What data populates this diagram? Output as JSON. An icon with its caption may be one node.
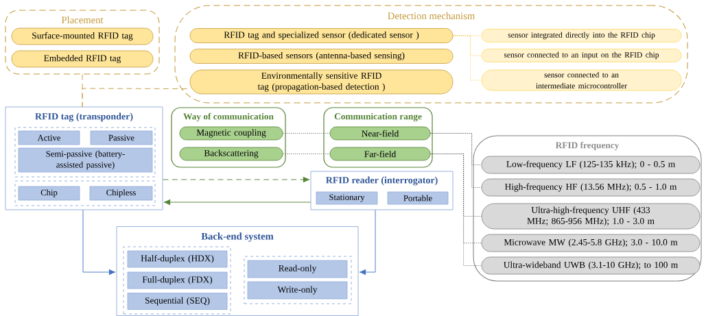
{
  "diagram": {
    "nodes": [
      {
        "text": [
          "Placement"
        ]
      },
      {
        "text": [
          "Surface-mounted RFID tag"
        ],
        "in": 0
      },
      {
        "text": [
          "Embedded RFID tag"
        ],
        "in": 0
      },
      {
        "text": [
          "Detection mechanism"
        ]
      },
      {
        "text": [
          "RFID tag and specialized sensor (dedicated sensor )"
        ],
        "in": 3
      },
      {
        "text": [
          "RFID-based sensors (antenna-based sensing)"
        ],
        "in": 3
      },
      {
        "text": [
          "Environmentally sensitive RFID tag (propagation-based detection )"
        ],
        "in": 3
      },
      {
        "text": [
          "sensor integrated directly into the RFID chip"
        ],
        "in": 3
      },
      {
        "text": [
          "sensor connected to an input on the RFID chip"
        ],
        "in": 3
      },
      {
        "text": [
          "sensor connected to an intermediate microcontroller"
        ],
        "in": 3
      },
      {
        "text": [
          "RFID tag (transponder)"
        ]
      },
      {
        "text": [],
        "shape": "box",
        "in": 10
      },
      {
        "text": [
          "Active"
        ],
        "in": 11
      },
      {
        "text": [
          "Passive"
        ],
        "in": 11
      },
      {
        "text": [
          "Semi-passive (battery-assisted passive)"
        ],
        "in": 11
      },
      {
        "text": [],
        "shape": "box",
        "in": 10
      },
      {
        "text": [
          "Chip"
        ],
        "in": 15
      },
      {
        "text": [
          "Chipless"
        ],
        "in": 15
      },
      {
        "text": [
          "Way of communication"
        ]
      },
      {
        "text": [
          "Magnetic coupling"
        ],
        "in": 18
      },
      {
        "text": [
          "Backscattering"
        ],
        "in": 18
      },
      {
        "text": [
          "Communication range"
        ]
      },
      {
        "text": [
          "Near-field"
        ],
        "in": 21
      },
      {
        "text": [
          "Far-field"
        ],
        "in": 21
      },
      {
        "text": [
          "RFID reader (interrogator)"
        ]
      },
      {
        "text": [
          "Stationary"
        ],
        "in": 24
      },
      {
        "text": [
          "Portable"
        ],
        "in": 24
      },
      {
        "text": [
          "RFID frequency"
        ]
      },
      {
        "text": [
          "Low-frequency LF (125-135 kHz); 0 - 0.5 m"
        ],
        "in": 27
      },
      {
        "text": [
          "High-frequency HF (13.56 MHz); 0.5 - 1.0 m"
        ],
        "in": 27
      },
      {
        "text": [
          "Ultra-high-frequency UHF (433 MHz; 865-956 MHz); 1.0 - 3.0 m"
        ],
        "in": 27
      },
      {
        "text": [
          "Microwave MW (2.45-5.8 GHz); 3.0 - 10.0 m"
        ],
        "in": 27
      },
      {
        "text": [
          "Ultra-wideband UWB (3.1-10 GHz); to 100 m"
        ],
        "in": 27
      },
      {
        "text": [
          "Back-end system"
        ]
      },
      {
        "text": [],
        "shape": "box",
        "in": 33
      },
      {
        "text": [
          "Half-duplex (HDX)"
        ],
        "in": 34
      },
      {
        "text": [
          "Full-duplex (FDX)"
        ],
        "in": 34
      },
      {
        "text": [
          "Sequential (SEQ)"
        ],
        "in": 34
      },
      {
        "text": [],
        "shape": "box",
        "in": 33
      },
      {
        "text": [
          "Read-only"
        ],
        "in": 38
      },
      {
        "text": [
          "Write-only"
        ],
        "in": 38
      }
    ],
    "edges": [
      {
        "from": 0,
        "to": 10,
        "arrow": "none",
        "style": "dashed",
        "color": "#c49a3c"
      },
      {
        "from": 3,
        "to": 10,
        "arrow": "none",
        "style": "dashed",
        "color": "#c49a3c"
      },
      {
        "from": 4,
        "to": 7,
        "arrow": "none",
        "style": "dashed",
        "color": "#f2c94c"
      },
      {
        "from": 4,
        "to": 8,
        "arrow": "none",
        "style": "dashed",
        "color": "#f2c94c"
      },
      {
        "from": 4,
        "to": 9,
        "arrow": "none",
        "style": "dashed",
        "color": "#f2c94c"
      },
      {
        "from": 19,
        "to": 22,
        "arrow": "none",
        "style": "dashed"
      },
      {
        "from": 20,
        "to": 23,
        "arrow": "none",
        "style": "dashed"
      },
      {
        "from": 22,
        "to": 28,
        "arrow": "none",
        "style": "dashed"
      },
      {
        "from": 22,
        "to": 29,
        "arrow": "none",
        "style": "dashed"
      },
      {
        "from": 23,
        "to": 30,
        "arrow": "none",
        "style": "dashed"
      },
      {
        "from": 23,
        "to": 31,
        "arrow": "none",
        "style": "dashed"
      },
      {
        "from": 23,
        "to": 32,
        "arrow": "none",
        "style": "dashed"
      },
      {
        "from": 10,
        "to": 24,
        "arrow": "to",
        "style": "dashed",
        "color": "#548235"
      },
      {
        "from": 24,
        "to": 10,
        "arrow": "to",
        "color": "#548235"
      },
      {
        "from": 10,
        "to": 33,
        "arrow": "to",
        "color": "#4472c4"
      },
      {
        "from": 24,
        "to": 33,
        "arrow": "to",
        "color": "#4472c4"
      }
    ]
  }
}
